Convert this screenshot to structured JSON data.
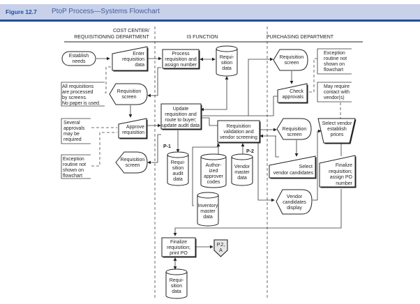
{
  "figure": {
    "number": "Figure 12.7",
    "title": "PtoP Process—Systems Flowchart"
  },
  "colors": {
    "header_bg": "#c9d1e8",
    "accent": "#1f4fa0"
  },
  "lanes": {
    "cost_center": [
      "COST CENTER/",
      "REQUISITIONING DEPARTMENT"
    ],
    "is_function": "IS FUNCTION",
    "purchasing": "PURCHASING DEPARTMENT"
  },
  "nodes": {
    "establish_needs": [
      "Establish",
      "needs"
    ],
    "enter_requisition": [
      "Enter",
      "requisition",
      "data"
    ],
    "all_requisitions_note": [
      "All requisitions",
      "are processed",
      "by screens.",
      "No paper is used."
    ],
    "req_screen_1": [
      "Requisition",
      "screen"
    ],
    "several_approvals_note": [
      "Several",
      "approvals",
      "may be",
      "required"
    ],
    "approve_requisition": [
      "Approve",
      "requisition"
    ],
    "exception_note_left": [
      "Exception",
      "routine not",
      "shown on",
      "flowchart"
    ],
    "req_screen_2": [
      "Requisition",
      "screen"
    ],
    "process_requisition": [
      "Process",
      "requisition and",
      "assign number"
    ],
    "requisition_data_top": [
      "Requi-",
      "sition",
      "data"
    ],
    "update_requisition": [
      "Update",
      "requisition and",
      "route to buyer;",
      "update audit data"
    ],
    "p1_label": "P-1",
    "requisition_audit_data": [
      "Requi-",
      "sition",
      "audit",
      "data"
    ],
    "req_validation": [
      "Requisition",
      "validation and",
      "vendor screening"
    ],
    "authorized_approver_codes": [
      "Author-",
      "ized",
      "approver",
      "codes"
    ],
    "p2_label": "P-2",
    "vendor_master_data": [
      "Vendor",
      "master",
      "data"
    ],
    "inventory_master_data": [
      "Inventory",
      "master",
      "data"
    ],
    "finalize_print_po": [
      "Finalize",
      "requisition;",
      "print PO"
    ],
    "offpage_connector": [
      "P.2,",
      "A"
    ],
    "requisition_data_bottom": [
      "Requi-",
      "sition",
      "data"
    ],
    "req_screen_purch": [
      "Requisition",
      "screen"
    ],
    "exception_note_right": [
      "Exception",
      "routine not",
      "shown on",
      "flowchart"
    ],
    "check_approvals": [
      "Check",
      "approvals"
    ],
    "may_require_note": [
      "May require",
      "contact with",
      "vendor(s)"
    ],
    "req_screen_purch_2": [
      "Requisition",
      "screen"
    ],
    "select_vendor": [
      "Select vendor",
      "establish",
      "prices"
    ],
    "select_vendor_candidates": [
      "Select",
      "vendor candidates"
    ],
    "finalize_assign_po": [
      "Finalize",
      "requisition;",
      "assign PO",
      "number"
    ],
    "vendor_candidates_display": [
      "Vendor",
      "candidates",
      "display"
    ]
  }
}
